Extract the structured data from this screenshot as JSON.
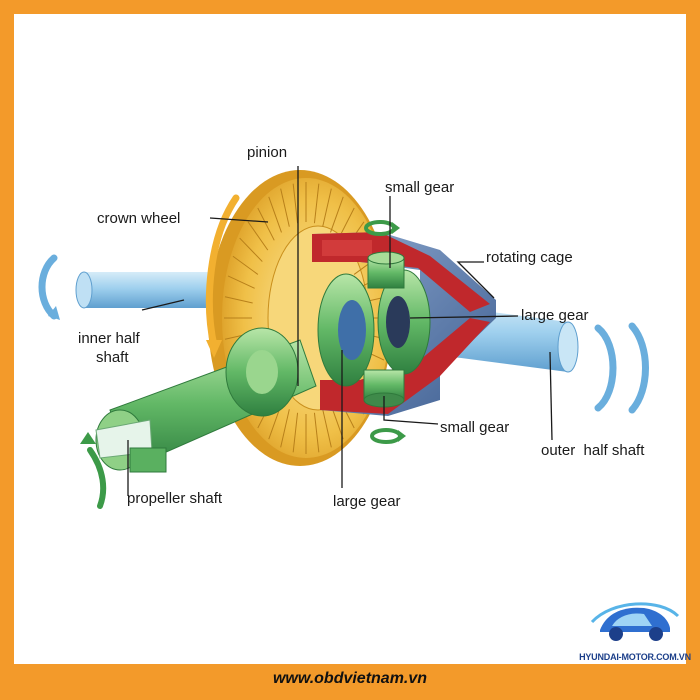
{
  "diagram": {
    "labels": {
      "pinion": "pinion",
      "crown_wheel": "crown wheel",
      "small_gear_top": "small gear",
      "rotating_cage": "rotating cage",
      "large_gear_right": "large gear",
      "inner_half_shaft_1": "inner half",
      "inner_half_shaft_2": "shaft",
      "small_gear_bottom": "small gear",
      "outer_half_shaft": "outer  half shaft",
      "propeller_shaft": "propeller shaft",
      "large_gear_bottom": "large gear"
    }
  },
  "footer": {
    "website": "www.obdvietnam.vn",
    "brand": "HYUNDAI-MOTOR.COM.VN"
  },
  "colors": {
    "frame": "#f39a2a",
    "crown": "#f0c048",
    "gear_green": "#6cc070",
    "cage_red": "#c0282c",
    "cage_blue": "#5a7fb0",
    "shaft_blue": "#8ec3e6",
    "arrow_blue": "#6aaedd"
  }
}
